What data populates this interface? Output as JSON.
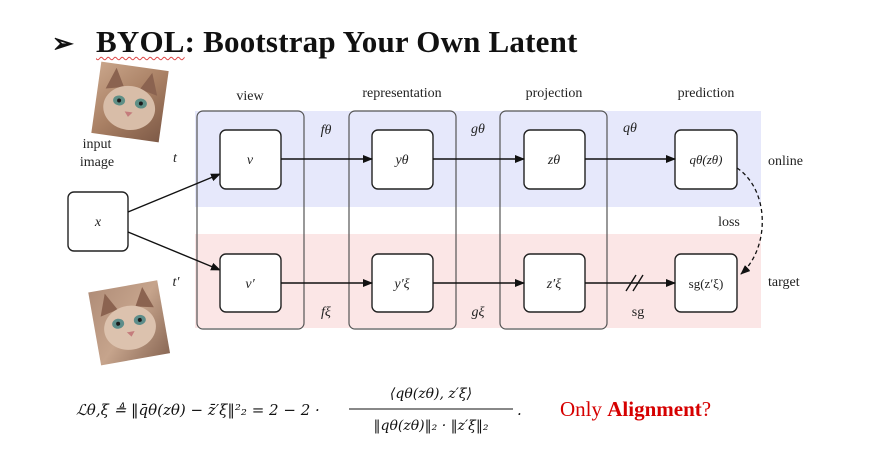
{
  "title": {
    "bullet": "➢",
    "abbr": "BYOL",
    "rest": ": Bootstrap Your Own Latent"
  },
  "stages": {
    "view": "view",
    "representation": "representation",
    "projection": "projection",
    "prediction": "prediction"
  },
  "input": {
    "label_line1": "input",
    "label_line2": "image",
    "node": "x",
    "t_online": "t",
    "t_target": "t′"
  },
  "online": {
    "label": "online",
    "nodes": [
      "v",
      "yθ",
      "zθ",
      "qθ(zθ)"
    ],
    "functions": [
      "fθ",
      "gθ",
      "qθ"
    ]
  },
  "target": {
    "label": "target",
    "nodes": [
      "v′",
      "y′ξ",
      "z′ξ",
      "sg(z′ξ)"
    ],
    "functions": [
      "fξ",
      "gξ",
      "sg"
    ]
  },
  "loss_label": "loss",
  "formula": {
    "lhs": "ℒθ,ξ ≜ ‖q̄θ(zθ) − z̄′ξ‖²₂ = 2 − 2 ·",
    "numerator": "⟨qθ(zθ), z′ξ⟩",
    "denominator": "‖qθ(zθ)‖₂ · ‖z′ξ‖₂",
    "end": "."
  },
  "note": {
    "prefix": "Only ",
    "emphasis": "Alignment",
    "suffix": "?"
  },
  "colors": {
    "online_band": "#e6e8fb",
    "target_band": "#fbe6e6",
    "note_red": "#d60000"
  }
}
